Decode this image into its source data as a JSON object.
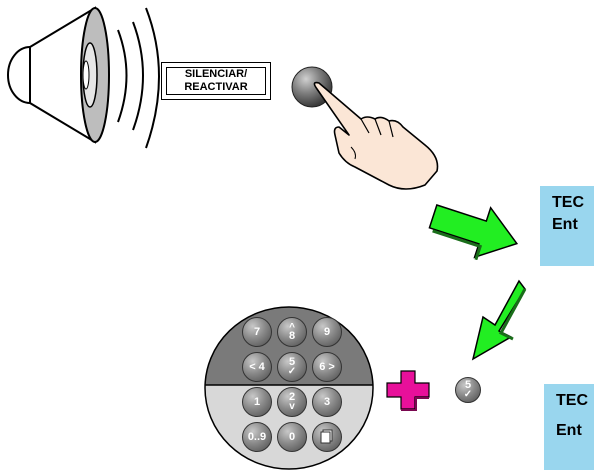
{
  "silence_label": {
    "line1": "SILENCIAR/",
    "line2": "REACTIVAR"
  },
  "panel_1": {
    "line1": "TEC",
    "line2": "Ent"
  },
  "panel_2": {
    "line1": "TEC",
    "line2": "Ent"
  },
  "keypad": {
    "keys": [
      {
        "id": "7",
        "main": "7",
        "sub": ""
      },
      {
        "id": "8",
        "main": "8",
        "sub": "^"
      },
      {
        "id": "9",
        "main": "9",
        "sub": ""
      },
      {
        "id": "4",
        "main": "< 4",
        "sub": ""
      },
      {
        "id": "5",
        "main": "5",
        "sub": "✓"
      },
      {
        "id": "6",
        "main": "6 >",
        "sub": ""
      },
      {
        "id": "1",
        "main": "1",
        "sub": ""
      },
      {
        "id": "2",
        "main": "2",
        "sub": "v"
      },
      {
        "id": "3",
        "main": "3",
        "sub": ""
      },
      {
        "id": "0..9",
        "main": "0..9",
        "sub": ""
      },
      {
        "id": "0",
        "main": "0",
        "sub": ""
      },
      {
        "id": "doc",
        "main": "",
        "sub": ""
      }
    ]
  },
  "confirm_key": {
    "main": "5",
    "sub": "✓"
  },
  "colors": {
    "panel": "#99d6ee",
    "arrow_green": "#22ee22",
    "plus_magenta": "#e8109a",
    "keypad_light": "#d8d8d8",
    "keypad_dark": "#7a7a7a"
  },
  "icons": [
    "speaker-icon",
    "sound-waves-icon",
    "button-icon",
    "hand-pointer-icon",
    "arrow-icon",
    "plus-icon",
    "keypad-icon",
    "document-icon"
  ]
}
